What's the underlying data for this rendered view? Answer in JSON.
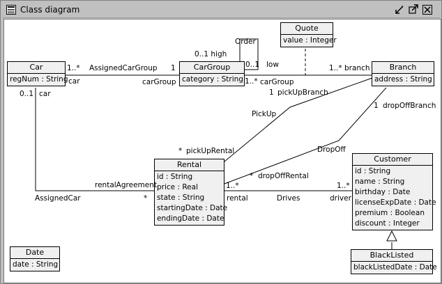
{
  "window": {
    "title": "Class diagram"
  },
  "classes": {
    "quote": {
      "name": "Quote",
      "attrs": [
        "value : Integer"
      ]
    },
    "car": {
      "name": "Car",
      "attrs": [
        "regNum : String"
      ]
    },
    "cargroup": {
      "name": "CarGroup",
      "attrs": [
        "category : String"
      ]
    },
    "branch": {
      "name": "Branch",
      "attrs": [
        "address : String"
      ]
    },
    "rental": {
      "name": "Rental",
      "attrs": [
        "id : String",
        "price : Real",
        "state : String",
        "startingDate : Date",
        "endingDate : Date"
      ]
    },
    "customer": {
      "name": "Customer",
      "attrs": [
        "id : String",
        "name : String",
        "birthday : Date",
        "licenseExpDate : Date",
        "premium : Boolean",
        "discount : Integer"
      ]
    },
    "blacklisted": {
      "name": "BlackListed",
      "attrs": [
        "blackListedDate : Date"
      ]
    },
    "date": {
      "name": "Date",
      "attrs": [
        "date : String"
      ]
    }
  },
  "labels": {
    "order": "Order",
    "order_high": "0..1 high",
    "order_low_mult": "0..1",
    "order_low": "low",
    "car_mult_group": "1..*",
    "assigned_car_group": "AssignedCarGroup",
    "cargroup_mult_car": "1",
    "car_role": "car",
    "cargroup_role_left": "carGroup",
    "cargroup_mult_branch": "1..*",
    "cargroup_role_right": "carGroup",
    "branch_mult": "1..*",
    "branch_role": "branch",
    "car_mult_rental": "0..1",
    "car_role_rental": "car",
    "pickup_mult_branch": "1",
    "pickup_branch": "pickUpBranch",
    "pickup": "PickUp",
    "dropoff_mult_branch": "1",
    "dropoff_branch": "dropOffBranch",
    "dropoff": "DropOff",
    "pickup_rental_mult": "*",
    "pickup_rental": "pickUpRental",
    "dropoff_rental_mult": "*",
    "dropoff_rental": "dropOffRental",
    "rental_agreement": "rentalAgreement",
    "assigned_car": "AssignedCar",
    "assigned_car_mult": "*",
    "rental_mult": "1..*",
    "rental_role": "rental",
    "drives": "Drives",
    "driver_mult": "1..*",
    "driver_role": "driver"
  }
}
